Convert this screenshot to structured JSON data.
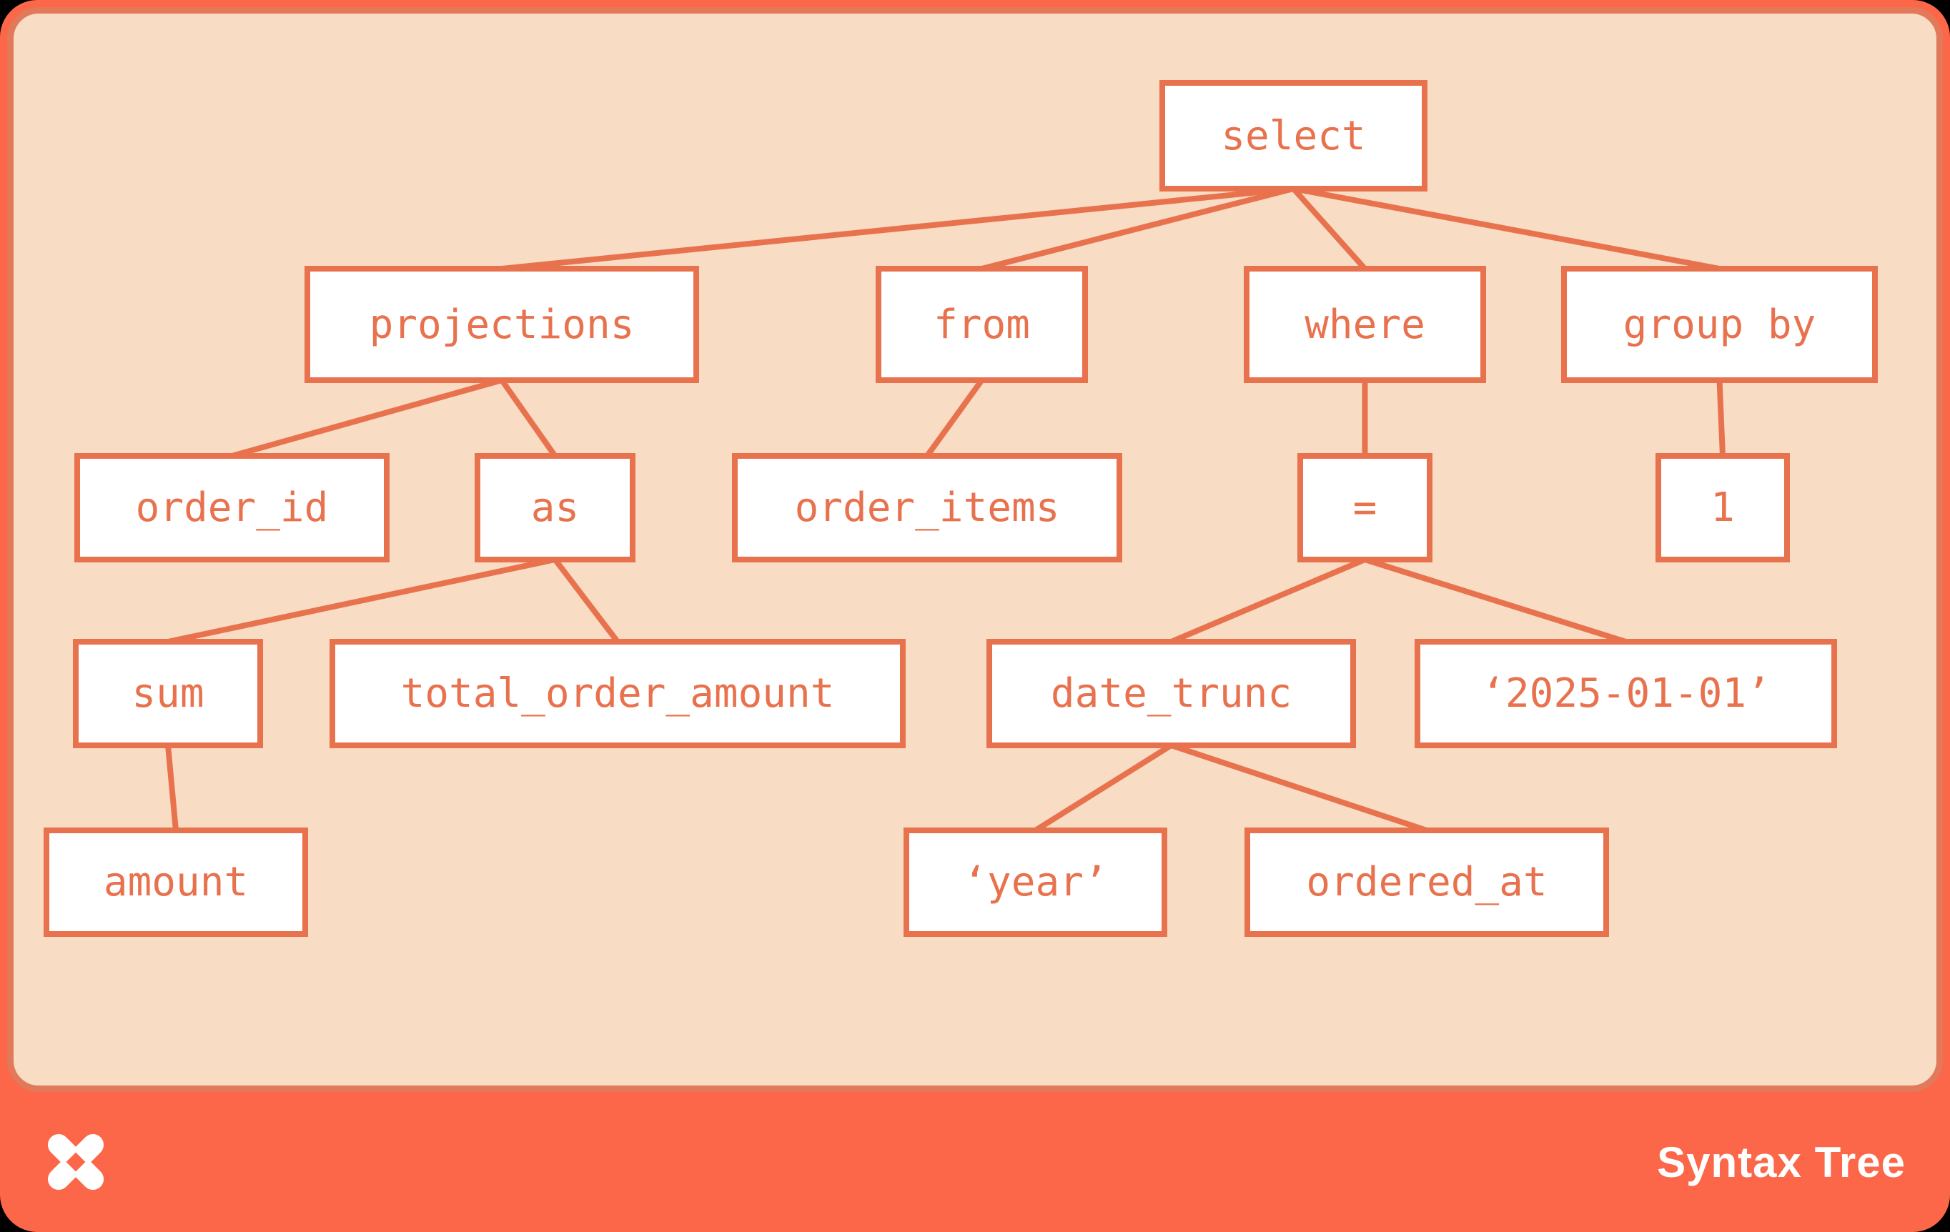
{
  "footer": {
    "title": "Syntax Tree",
    "logo_icon": "dagster-pinwheel-logo"
  },
  "colors": {
    "page_background": "#000000",
    "frame_orange": "#fb6748",
    "card_background": "#f8dcc4",
    "card_border": "#e2795a",
    "node_border": "#e8724e",
    "node_text": "#e8724e",
    "node_fill": "#ffffff",
    "edge_line": "#e8724e",
    "footer_text": "#ffffff"
  },
  "tree": {
    "type": "sql-syntax-tree",
    "root": "select",
    "nodes": {
      "select": "select",
      "projections": "projections",
      "from": "from",
      "where": "where",
      "group_by": "group by",
      "order_id": "order_id",
      "as": "as",
      "order_items": "order_items",
      "eq": "=",
      "one": "1",
      "sum": "sum",
      "total_order_amount": "total_order_amount",
      "date_trunc": "date_trunc",
      "date_literal": "‘2025-01-01’",
      "amount": "amount",
      "year_literal": "‘year’",
      "ordered_at": "ordered_at"
    },
    "edges": [
      [
        "select",
        "projections"
      ],
      [
        "select",
        "from"
      ],
      [
        "select",
        "where"
      ],
      [
        "select",
        "group_by"
      ],
      [
        "projections",
        "order_id"
      ],
      [
        "projections",
        "as"
      ],
      [
        "from",
        "order_items"
      ],
      [
        "where",
        "eq"
      ],
      [
        "group_by",
        "one"
      ],
      [
        "as",
        "sum"
      ],
      [
        "as",
        "total_order_amount"
      ],
      [
        "eq",
        "date_trunc"
      ],
      [
        "eq",
        "date_literal"
      ],
      [
        "sum",
        "amount"
      ],
      [
        "date_trunc",
        "year_literal"
      ],
      [
        "date_trunc",
        "ordered_at"
      ]
    ]
  }
}
